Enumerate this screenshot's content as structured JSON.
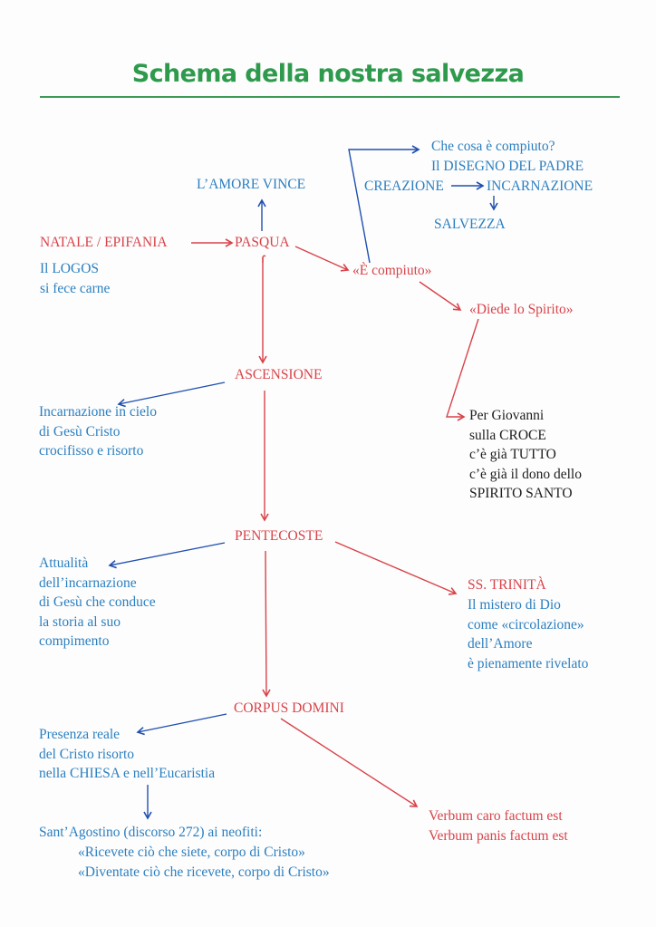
{
  "title": "Schema della nostra salvezza",
  "colors": {
    "title": "#2e9a4c",
    "feast": "#d8434a",
    "explanation": "#2b7fc0",
    "arrow_red": "#d8434a",
    "arrow_blue": "#1f4fb0",
    "note": "#1e1e1e"
  },
  "nodes": {
    "natale": "NATALE / EPIFANIA",
    "logos": [
      "Il LOGOS",
      "si fece carne"
    ],
    "pasqua": "PASQUA",
    "amore_vince": "L’AMORE VINCE",
    "compiuto": "«È compiuto»",
    "diede_spirito": "«Diede lo Spirito»",
    "disegno": {
      "question": "Che cosa è compiuto?",
      "heading": "Il DISEGNO DEL PADRE",
      "creazione": "CREAZIONE",
      "incarnazione": "INCARNAZIONE",
      "salvezza": "SALVEZZA"
    },
    "giovanni": [
      "Per Giovanni",
      "sulla CROCE",
      "c’è già TUTTO",
      "c’è già il dono dello",
      "SPIRITO SANTO"
    ],
    "ascensione": "ASCENSIONE",
    "ascensione_note": [
      "Incarnazione in cielo",
      "di Gesù Cristo",
      "crocifisso e risorto"
    ],
    "pentecoste": "PENTECOSTE",
    "pentecoste_note": [
      "Attualità",
      "dell’incarnazione",
      "di Gesù che conduce",
      "la storia al suo",
      "compimento"
    ],
    "trinita": "SS. TRINITÀ",
    "trinita_note": [
      "Il mistero di Dio",
      "come «circolazione»",
      "dell’Amore",
      "è pienamente rivelato"
    ],
    "corpus": "CORPUS DOMINI",
    "corpus_note": [
      "Presenza reale",
      "del Cristo risorto",
      "nella CHIESA e nell’Eucaristia"
    ],
    "agostino": [
      "Sant’Agostino (discorso 272) ai neofiti:",
      "«Ricevete ciò che siete, corpo di Cristo»",
      "«Diventate ciò che ricevete, corpo di Cristo»"
    ],
    "verbum": [
      "Verbum caro factum est",
      "Verbum panis factum est"
    ]
  }
}
